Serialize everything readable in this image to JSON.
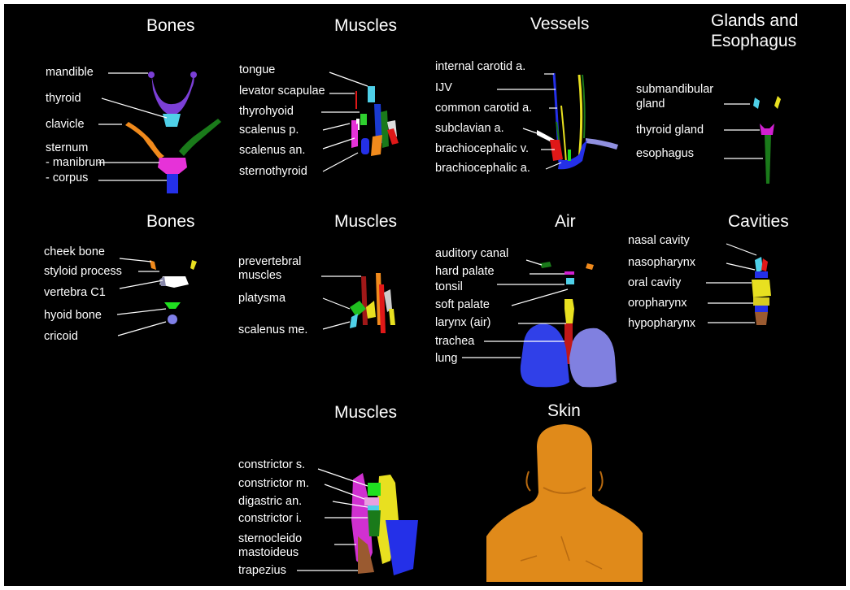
{
  "panels": {
    "bones1": {
      "title": "Bones",
      "labels": [
        "mandible",
        "thyroid",
        "clavicle",
        "sternum",
        "- manibrum",
        "- corpus"
      ]
    },
    "muscles1": {
      "title": "Muscles",
      "labels": [
        "tongue",
        "levator scapulae",
        "thyrohyoid",
        "scalenus p.",
        "scalenus an.",
        "sternothyroid"
      ]
    },
    "vessels": {
      "title": "Vessels",
      "labels": [
        "internal carotid a.",
        "IJV",
        "common carotid a.",
        "subclavian a.",
        "brachiocephalic v.",
        "brachiocephalic a."
      ]
    },
    "glands": {
      "title_line1": "Glands and",
      "title_line2": "Esophagus",
      "labels": [
        "submandibular",
        "gland",
        "thyroid gland",
        "esophagus"
      ]
    },
    "bones2": {
      "title": "Bones",
      "labels": [
        "cheek bone",
        "styloid process",
        "vertebra C1",
        "hyoid bone",
        "cricoid"
      ]
    },
    "muscles2": {
      "title": "Muscles",
      "labels": [
        "prevertebral",
        "muscles",
        "platysma",
        "scalenus me."
      ]
    },
    "air": {
      "title": "Air",
      "labels": [
        "auditory canal",
        "hard palate",
        "tonsil",
        "soft palate",
        "larynx (air)",
        "trachea",
        "lung"
      ]
    },
    "cavities": {
      "title": "Cavities",
      "labels": [
        "nasal cavity",
        "nasopharynx",
        "oral cavity",
        "oropharynx",
        "hypopharynx"
      ]
    },
    "muscles3": {
      "title": "Muscles",
      "labels": [
        "constrictor s.",
        "constrictor m.",
        "digastric an.",
        "constrictor i.",
        "sternocleido",
        "mastoideus",
        "trapezius"
      ]
    },
    "skin": {
      "title": "Skin"
    }
  },
  "colors": {
    "background": "#000000",
    "text": "#ffffff",
    "purple": "#7b3fd6",
    "cyan": "#4fd0e8",
    "orange": "#f08a1c",
    "green": "#1a7a1a",
    "magenta": "#e632d8",
    "blue": "#2430e8",
    "red": "#e01818",
    "yellow": "#e8e020",
    "brown": "#9a5a30",
    "lightgreen": "#20e020",
    "skin": "#e08a1a"
  }
}
